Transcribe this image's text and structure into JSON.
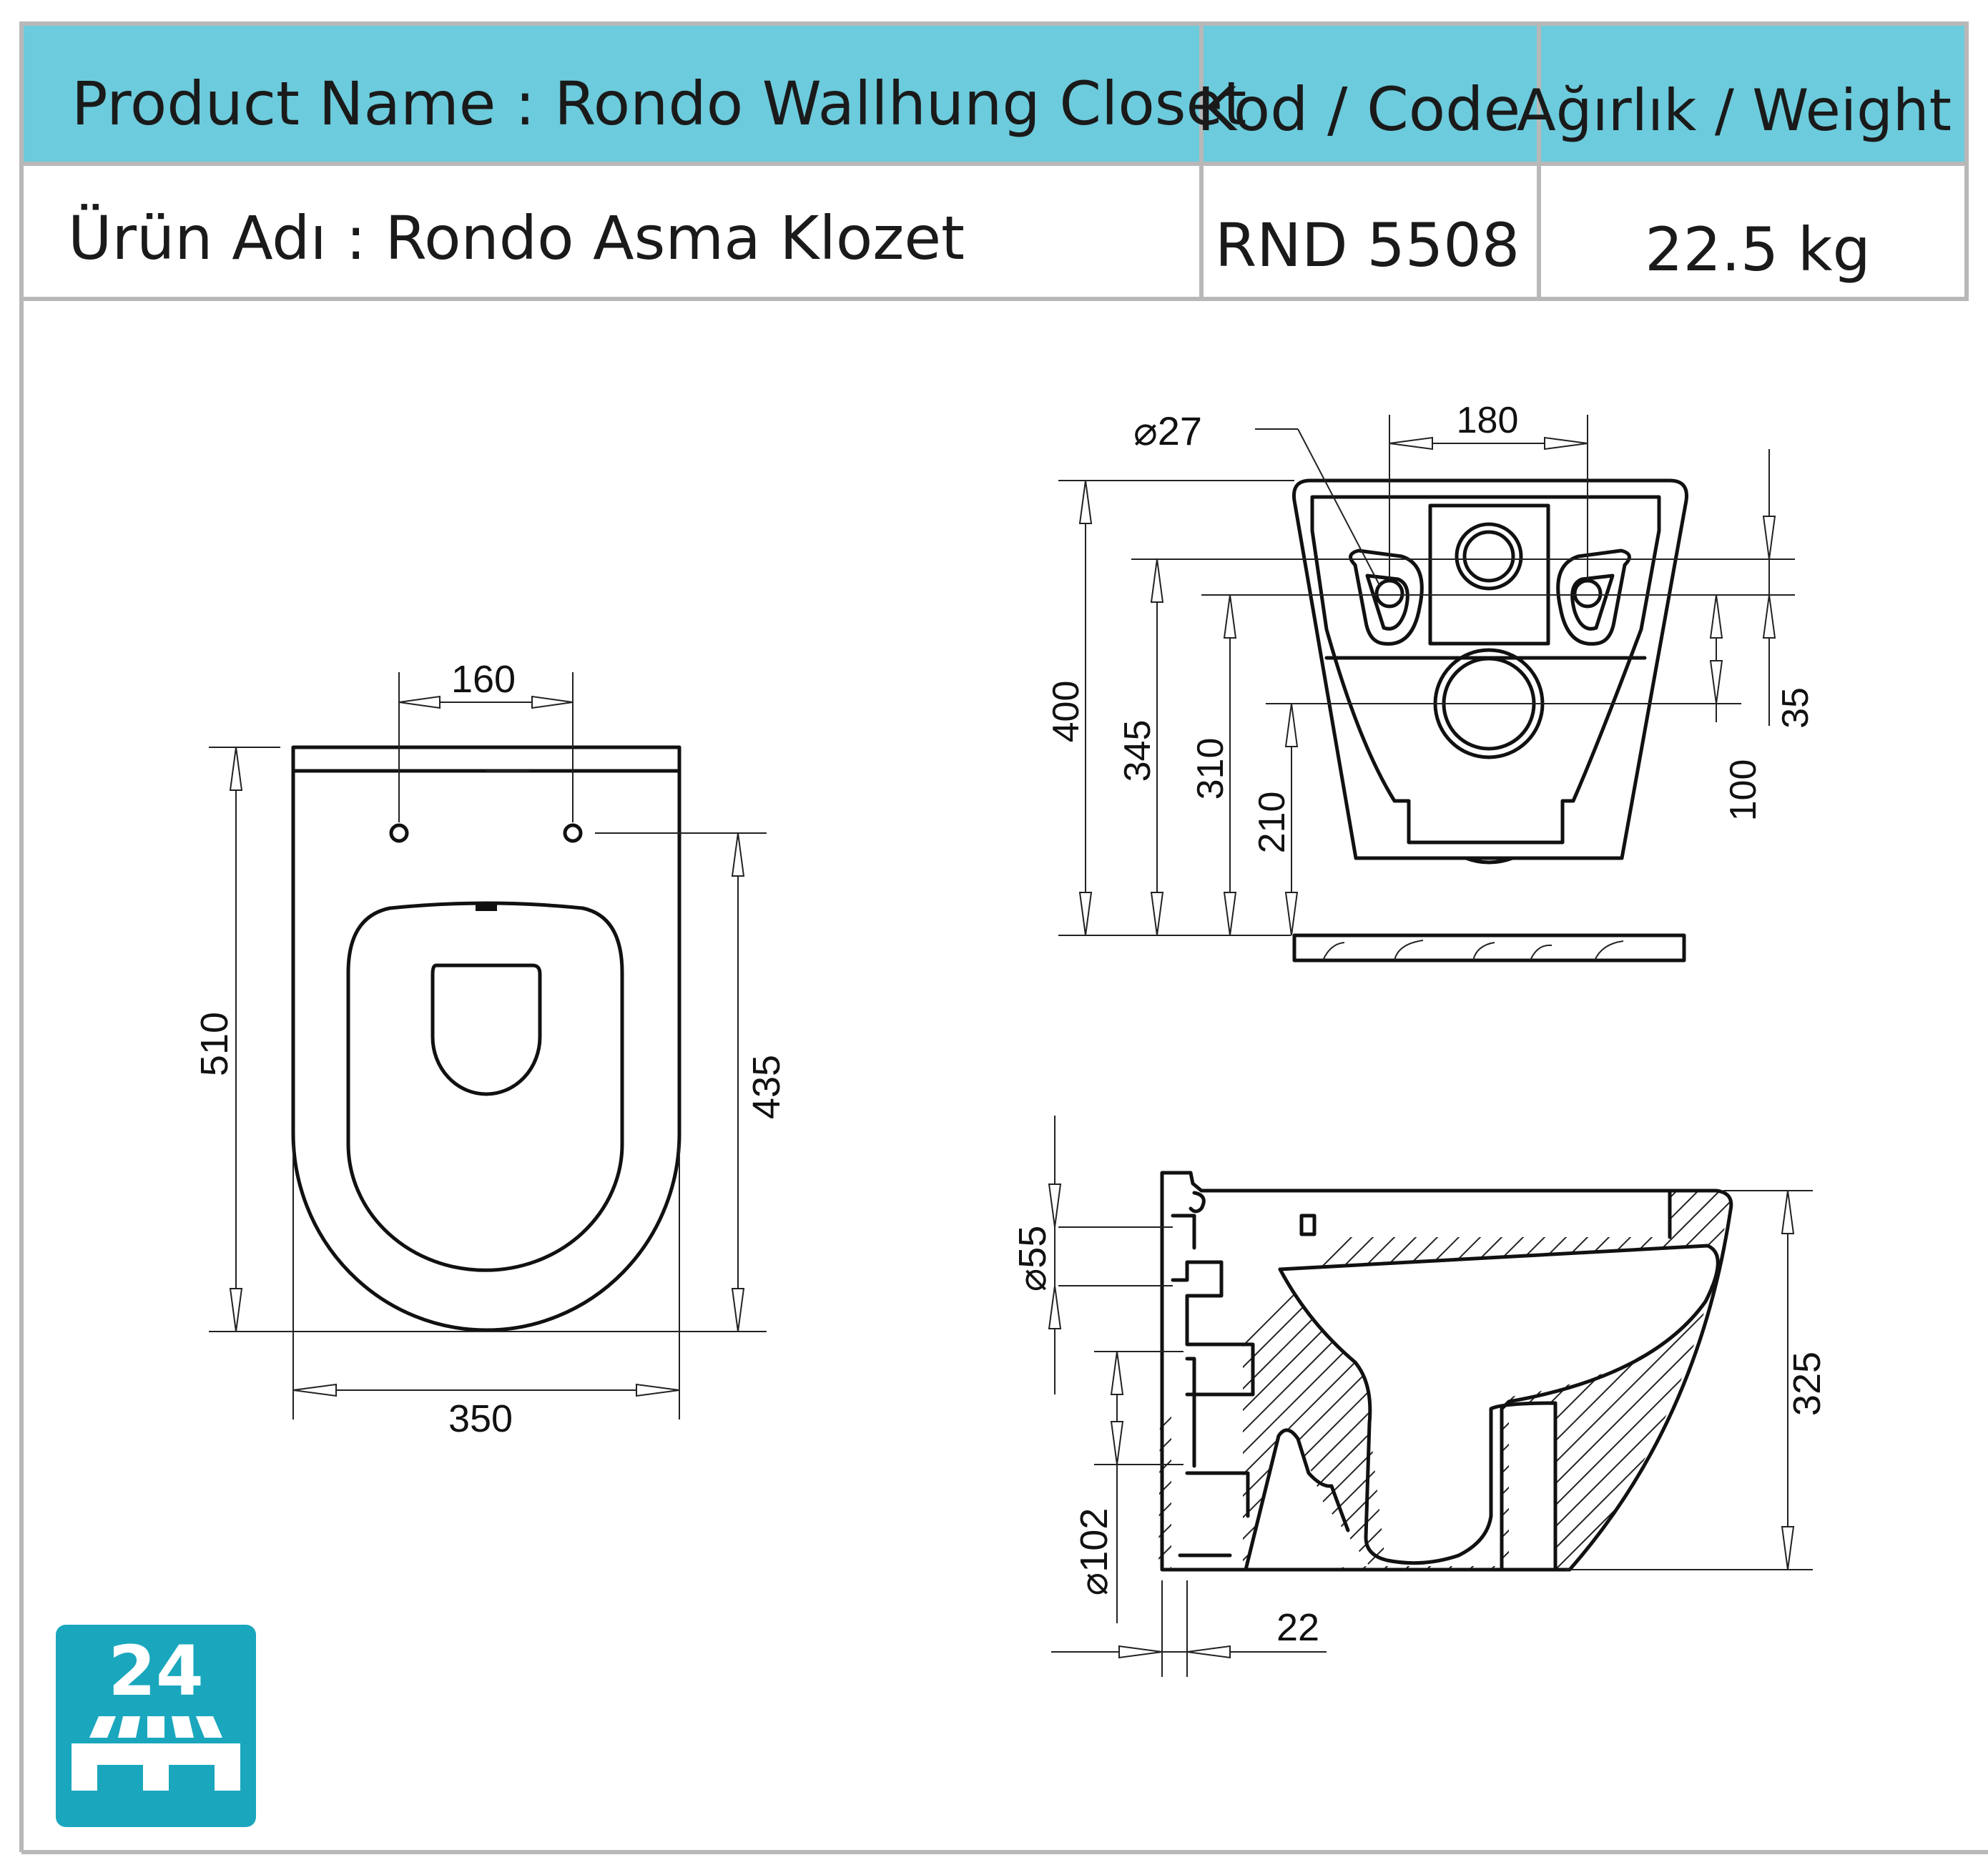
{
  "header": {
    "product_name": "Product Name : Rondo Wallhung Closet",
    "code_label": "Kod / Code",
    "weight_label": "Ağırlık / Weight",
    "product_name_tr": "Ürün Adı : Rondo Asma Klozet",
    "code_value": "RND 5508",
    "weight_value": "22.5 kg"
  },
  "colors": {
    "header_bg": "#6ccbdc",
    "border": "#b8b8b8",
    "badge_bg": "#1aa7bd"
  },
  "top_view": {
    "dim_width": "350",
    "dim_length": "510",
    "dim_holes": "160",
    "dim_hole_to_front": "435"
  },
  "rear_view": {
    "dim_hole_diameter": "⌀27",
    "dim_hole_spacing": "180",
    "dim_height": "400",
    "dim_345": "345",
    "dim_310": "310",
    "dim_210": "210",
    "dim_100": "100",
    "dim_35": "35"
  },
  "side_view": {
    "dim_inlet": "⌀55",
    "dim_outlet": "⌀102",
    "dim_22": "22",
    "dim_depth": "325"
  },
  "badge": {
    "count": "24",
    "icon": "pallet-icon"
  }
}
